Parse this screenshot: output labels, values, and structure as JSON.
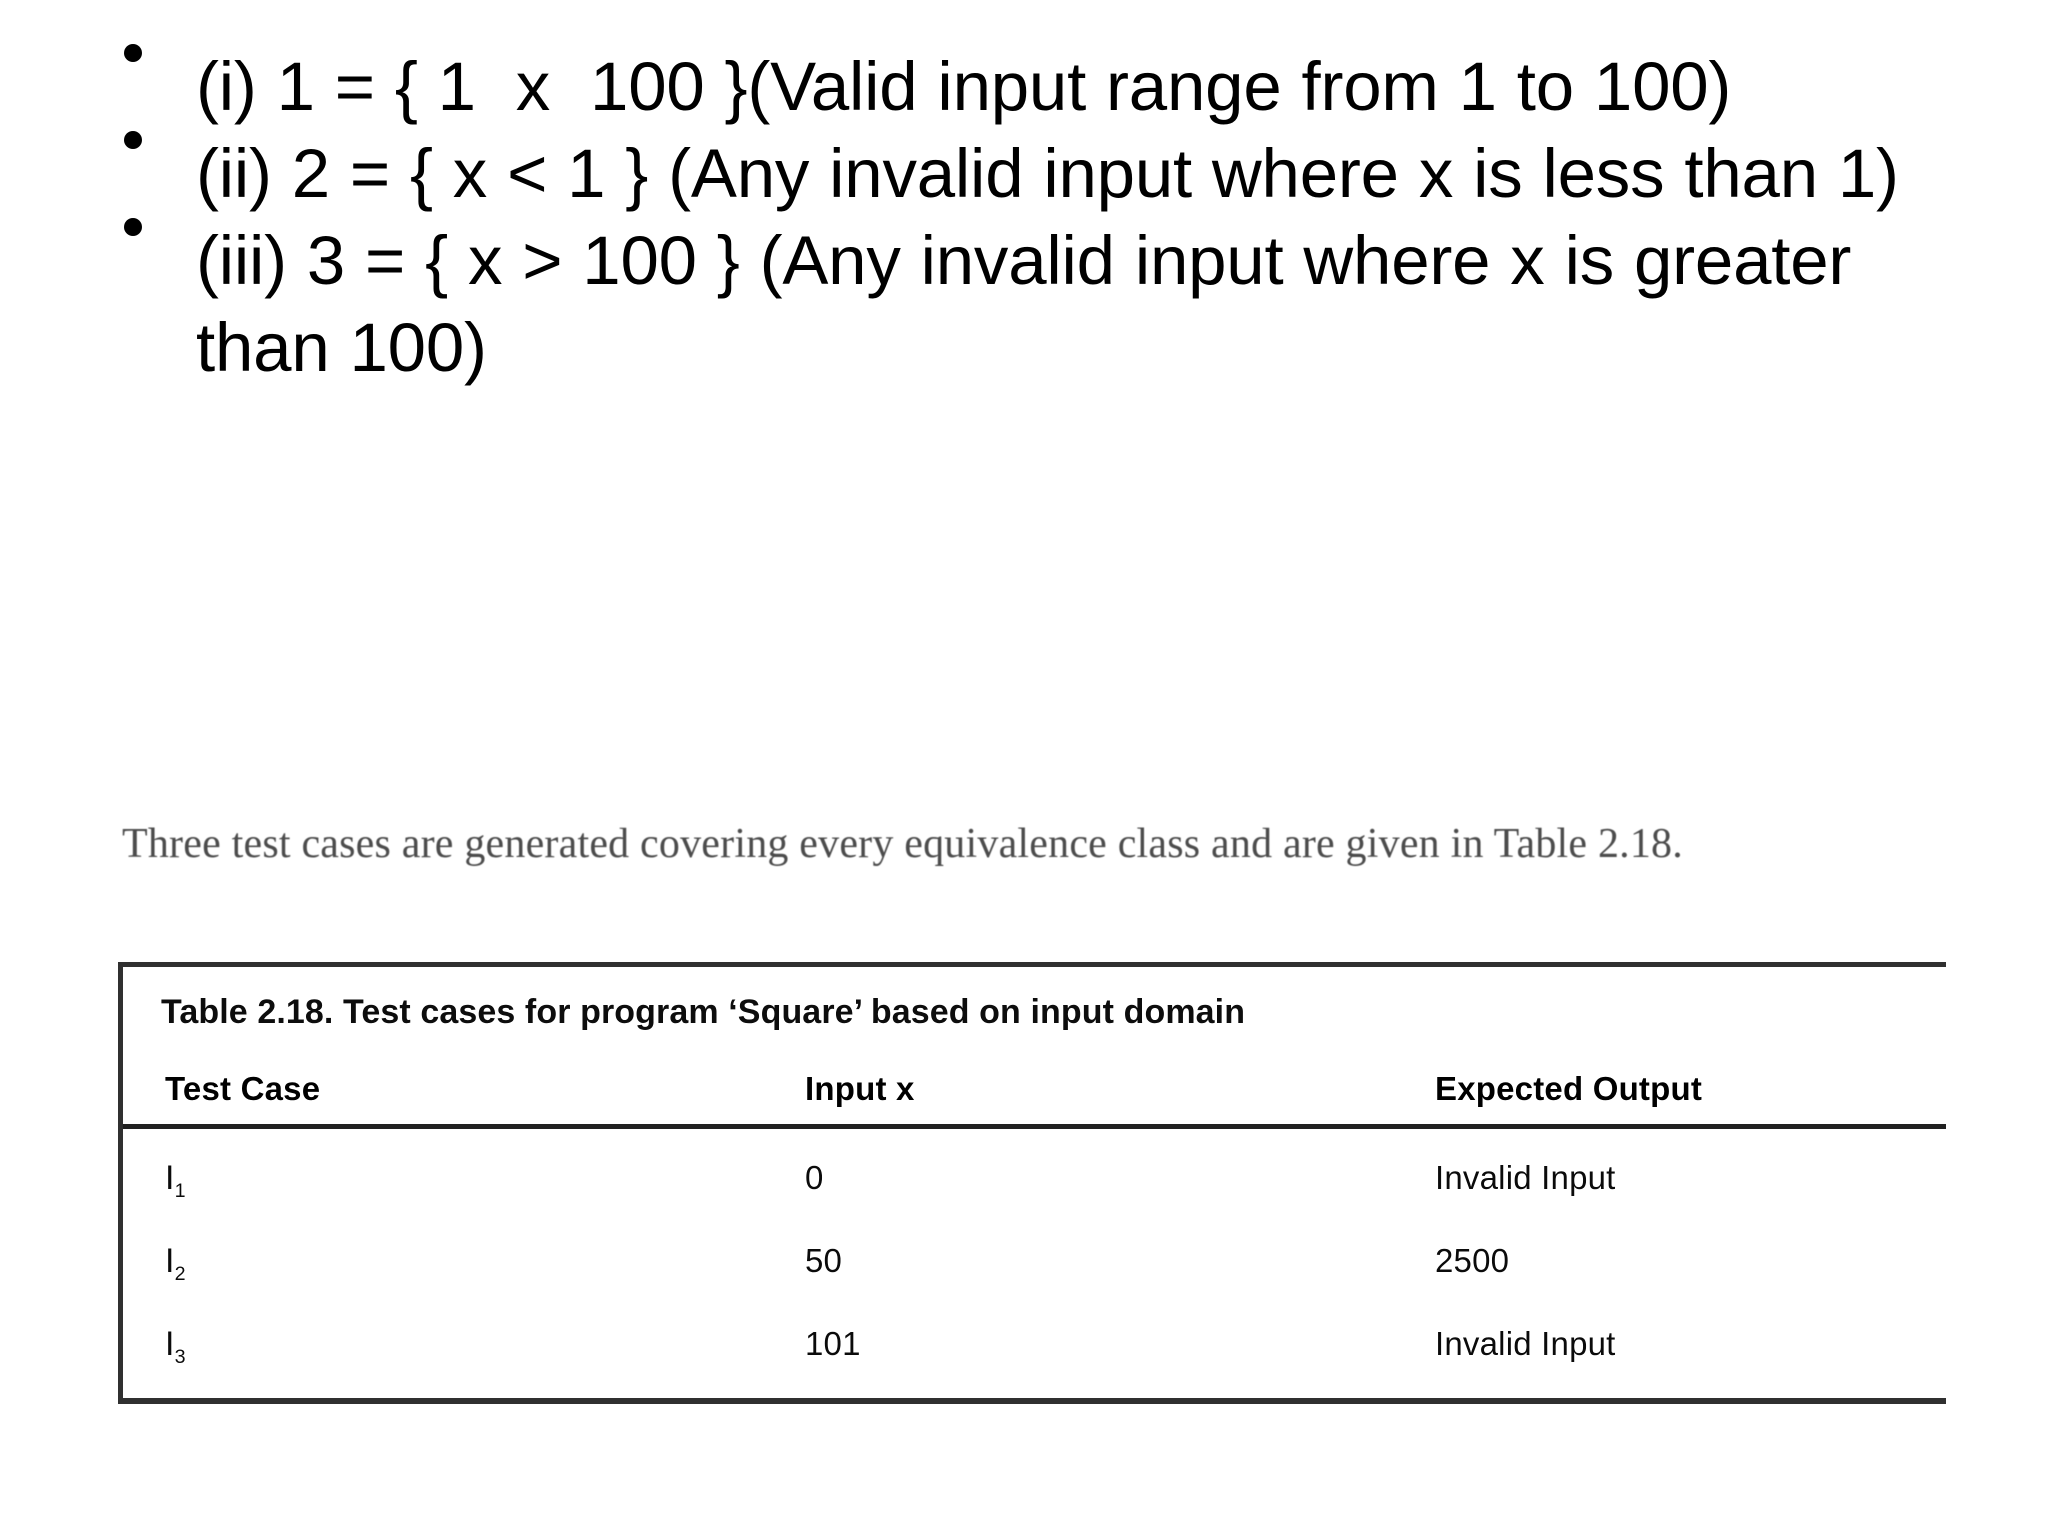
{
  "slide": {
    "bullets": [
      {
        "text": "(i) 1 = { 1  x  100 }(Valid input range from 1 to 100)"
      },
      {
        "text": "(ii) 2 = { x < 1 } (Any invalid input where x is less than 1)"
      },
      {
        "text": "(iii) 3 = { x > 100 } (Any invalid input where x is greater than 100)"
      }
    ],
    "bullet_marker": "bullet-dot"
  },
  "scan": {
    "caption_sentence": "Three test cases are generated covering every equivalence class and are given in Table 2.18."
  },
  "table": {
    "caption_label": "Table 2.18.",
    "caption_rest": " Test cases for program ‘Square’ based on input domain",
    "columns": [
      "Test Case",
      "Input x",
      "Expected Output"
    ],
    "rows": [
      {
        "case_base": "I",
        "case_sub": "1",
        "input": "0",
        "output": "Invalid Input"
      },
      {
        "case_base": "I",
        "case_sub": "2",
        "input": "50",
        "output": "2500"
      },
      {
        "case_base": "I",
        "case_sub": "3",
        "input": "101",
        "output": "Invalid Input"
      }
    ]
  },
  "colors": {
    "background": "#ffffff",
    "slide_text": "#000000",
    "scan_text": "#4a4a4a",
    "table_rule": "#3a3a3a"
  }
}
